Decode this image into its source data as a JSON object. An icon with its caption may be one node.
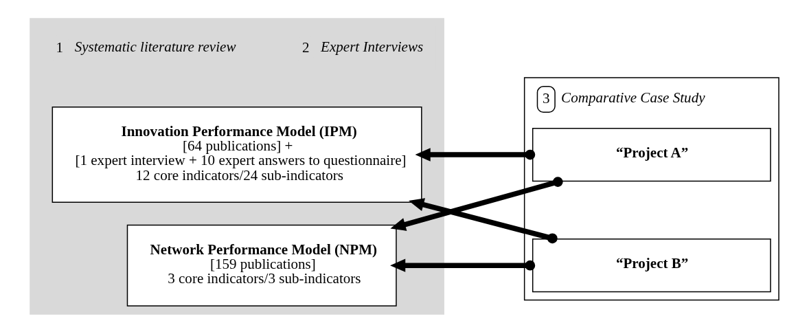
{
  "diagram": {
    "nodes": [
      {
        "text": [],
        "shape": "box"
      },
      {
        "text": [
          "1",
          "Systematic literature review"
        ],
        "in": 0
      },
      {
        "text": [
          "2",
          "Expert Interviews"
        ],
        "in": 0
      },
      {
        "text": [
          "Innovation Performance Model (IPM)",
          "[64 publications] +",
          "[1 expert interview + 10 expert answers to questionnaire]",
          "12 core indicators/24 sub-indicators"
        ],
        "in": 0
      },
      {
        "text": [
          "Network Performance Model (NPM)",
          "[159 publications]",
          "3 core indicators/3 sub-indicators"
        ],
        "in": 0
      },
      {
        "text": [
          "3",
          "Comparative Case Study"
        ]
      },
      {
        "text": [
          "“Project A”"
        ],
        "in": 5
      },
      {
        "text": [
          "“Project B”"
        ],
        "in": 5
      }
    ],
    "edges": [
      {
        "from": 6,
        "to": 3,
        "arrow": "to"
      },
      {
        "from": 6,
        "to": 4,
        "arrow": "to"
      },
      {
        "from": 7,
        "to": 3,
        "arrow": "to"
      },
      {
        "from": 7,
        "to": 4,
        "arrow": "to"
      }
    ]
  }
}
